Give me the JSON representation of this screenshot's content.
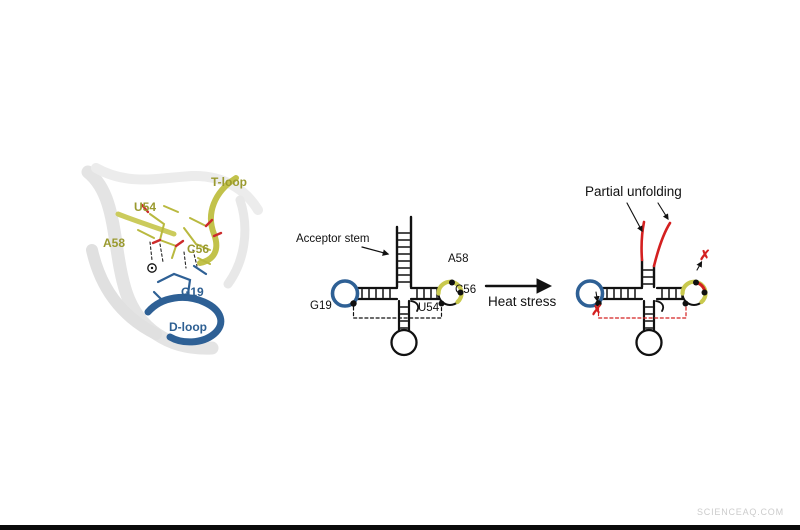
{
  "watermark": "SCIENCEAQ.COM",
  "structure_panel": {
    "labels": {
      "t_loop": "T-loop",
      "u54": "U54",
      "a58": "A58",
      "c56": "C56",
      "g19": "G19",
      "d_loop": "D-loop"
    },
    "colors": {
      "t_loop_yellow": "#bdbd4a",
      "d_loop_blue": "#2e6095",
      "backbone_gray": "#e4e4e4",
      "oxygen_red": "#cc2b2b"
    }
  },
  "native_schematic": {
    "acceptor_stem_label": "Acceptor stem",
    "g19": "G19",
    "a58": "A58",
    "c56": "C56",
    "u54": "U54"
  },
  "transition": {
    "label": "Heat stress"
  },
  "unfolded_schematic": {
    "title": "Partial unfolding",
    "cross_mark": "✗",
    "colors": {
      "unfolded_red": "#d42020"
    }
  }
}
